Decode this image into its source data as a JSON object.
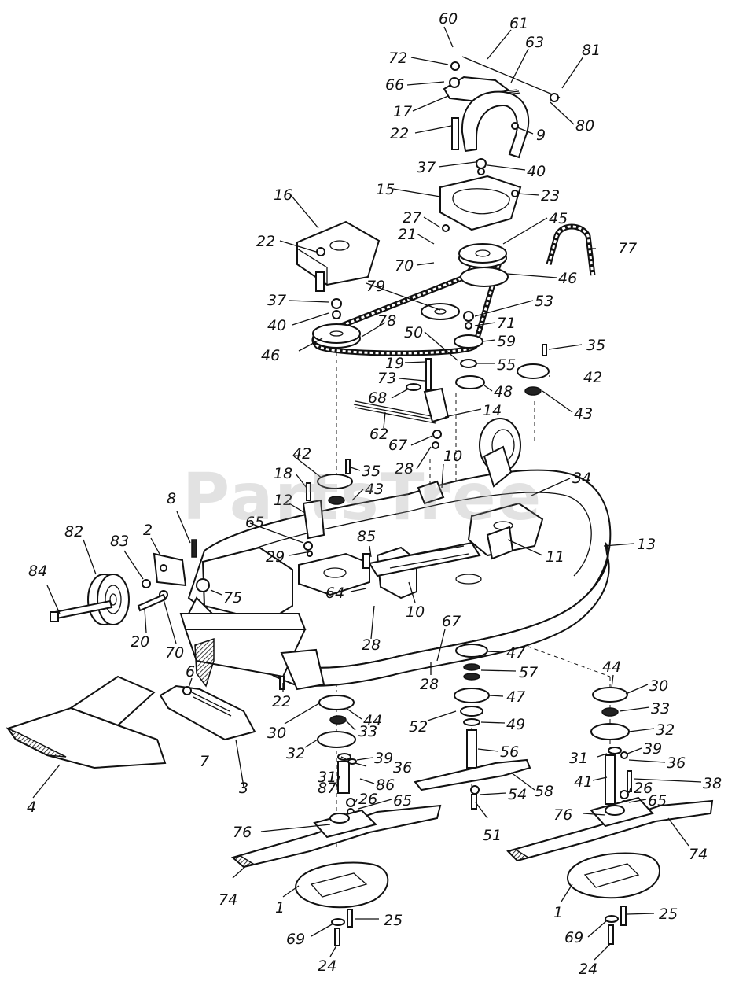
{
  "watermark": "PartsTree",
  "labels": [
    "60",
    "61",
    "63",
    "81",
    "72",
    "66",
    "17",
    "80",
    "22",
    "9",
    "37",
    "40",
    "15",
    "23",
    "16",
    "27",
    "45",
    "77",
    "21",
    "22",
    "70",
    "79",
    "46",
    "37",
    "53",
    "71",
    "40",
    "78",
    "59",
    "35",
    "46",
    "50",
    "42",
    "19",
    "55",
    "43",
    "73",
    "48",
    "68",
    "14",
    "62",
    "67",
    "10",
    "42",
    "18",
    "35",
    "28",
    "34",
    "43",
    "12",
    "8",
    "65",
    "82",
    "83",
    "2",
    "85",
    "11",
    "13",
    "84",
    "29",
    "75",
    "64",
    "67",
    "20",
    "70",
    "10",
    "28",
    "47",
    "6",
    "22",
    "57",
    "44",
    "30",
    "28",
    "47",
    "30",
    "33",
    "44",
    "33",
    "52",
    "49",
    "32",
    "7",
    "32",
    "39",
    "56",
    "39",
    "31",
    "36",
    "31",
    "36",
    "4",
    "41",
    "38",
    "86",
    "58",
    "87",
    "26",
    "65",
    "26",
    "65",
    "3",
    "76",
    "54",
    "76",
    "51",
    "74",
    "74",
    "1",
    "1",
    "25",
    "69",
    "25",
    "69",
    "24",
    "24"
  ]
}
